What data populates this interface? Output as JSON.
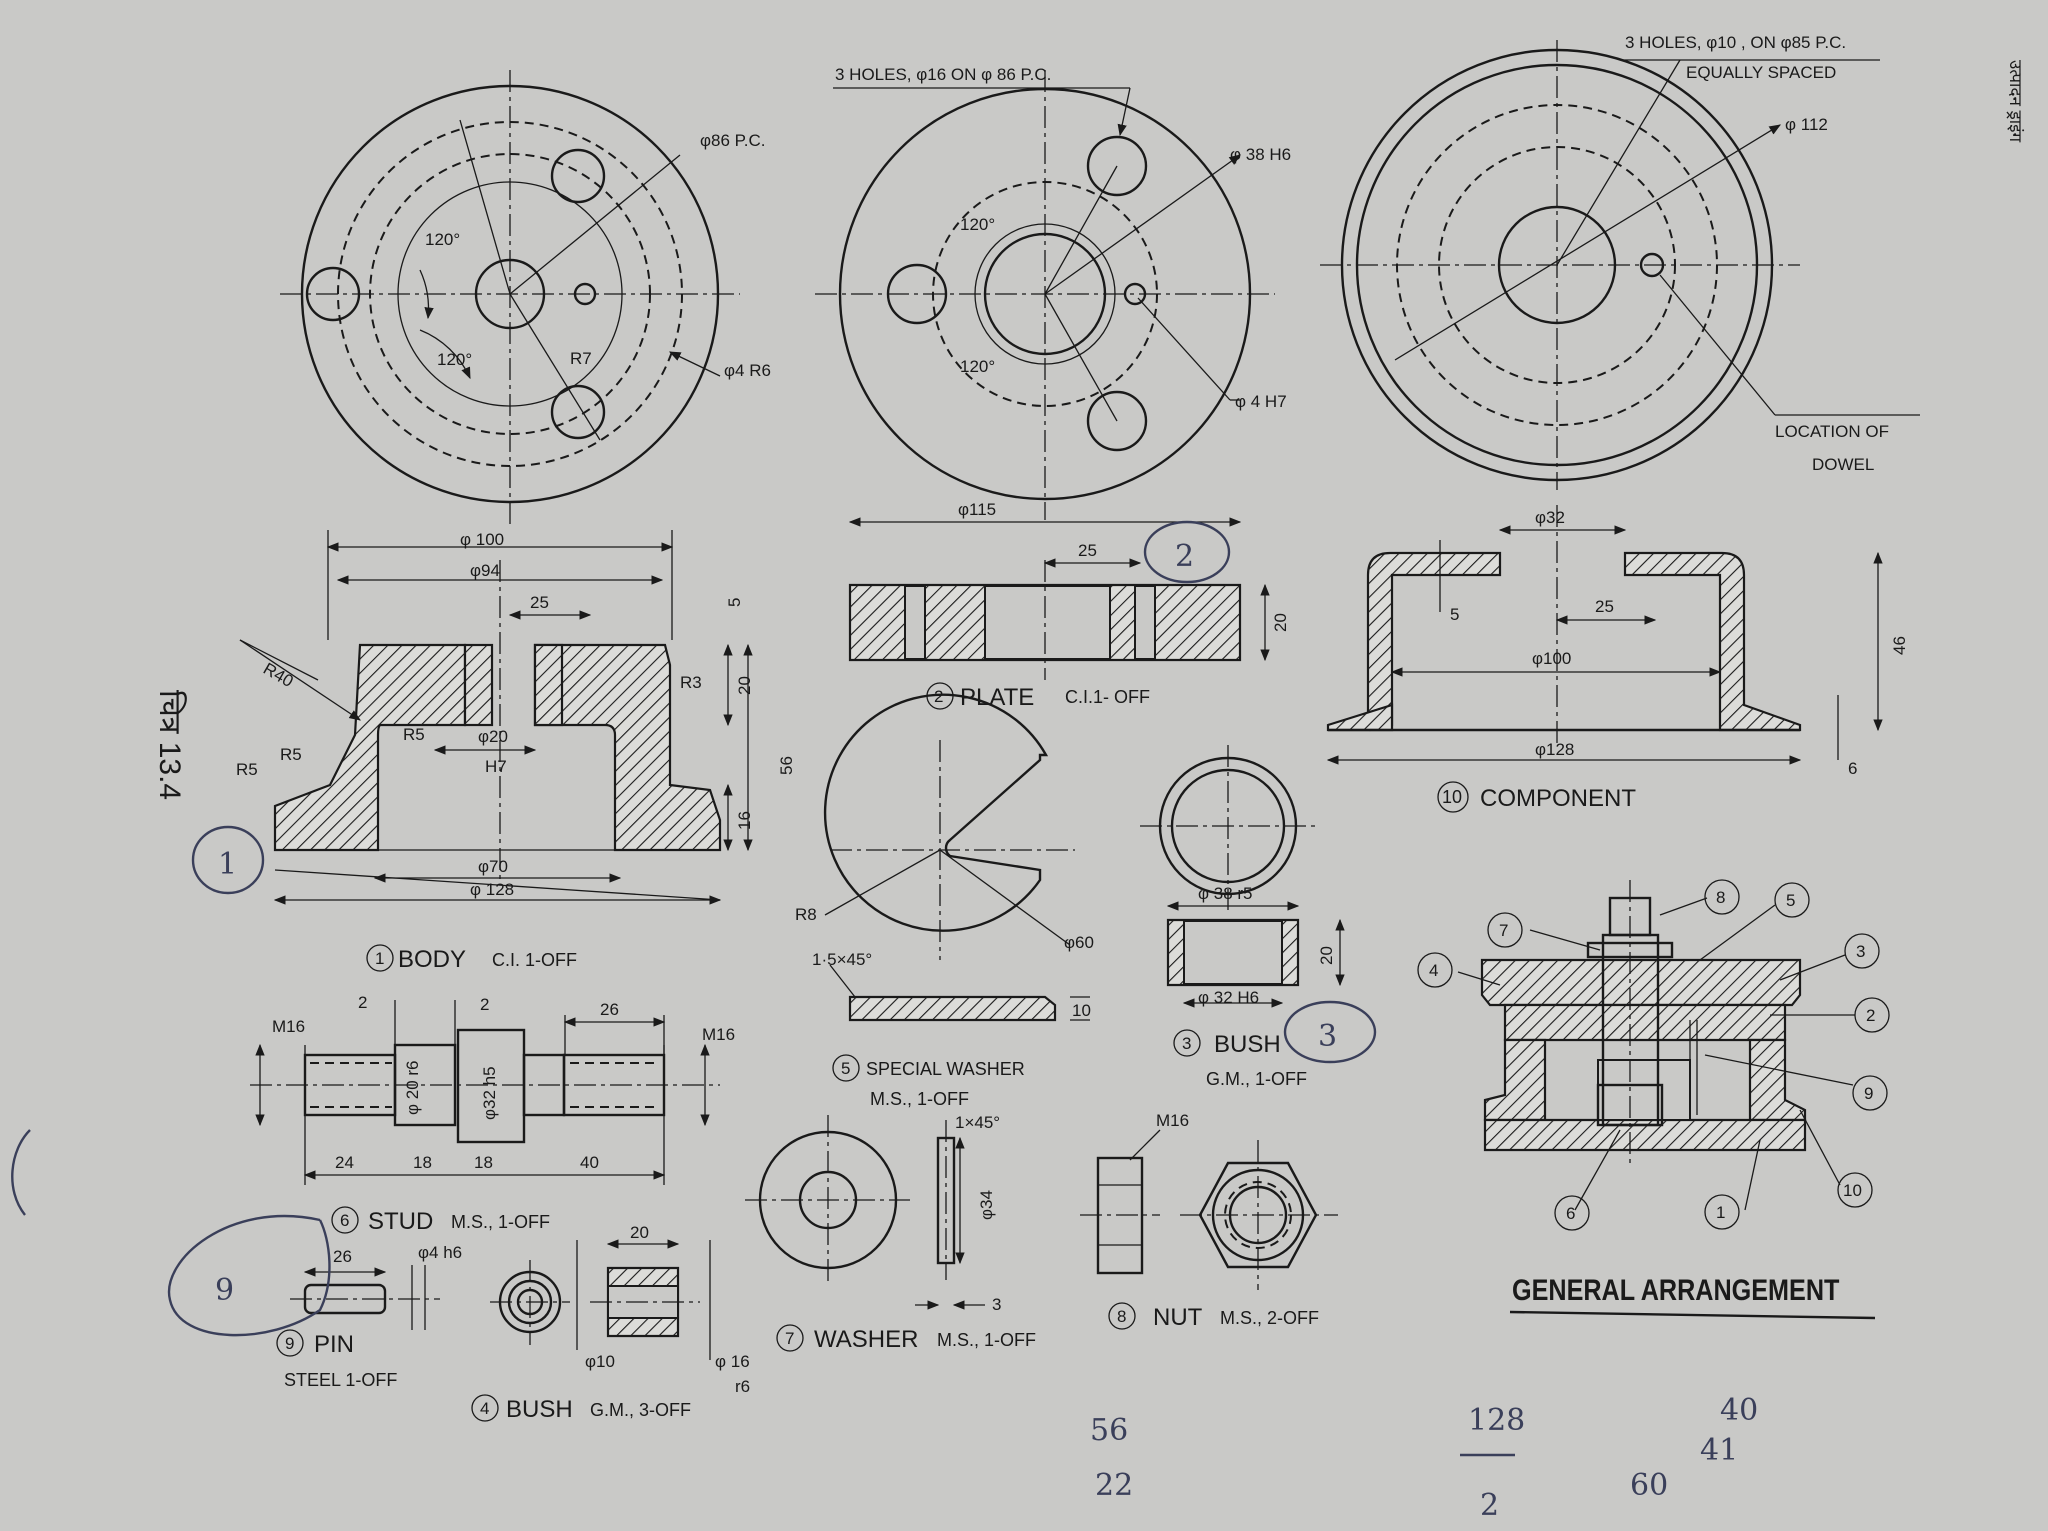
{
  "figure_label": "चित्र 13.4",
  "margin_note": "उत्पादन ड्राइंग",
  "views": {
    "body_top": {
      "pc": "φ86 P.C.",
      "angle1": "120°",
      "angle2": "120°",
      "r7": "R7",
      "hole": "φ4 R6"
    },
    "plate_top": {
      "note": "3 HOLES, φ16 ON φ 86 P.C.",
      "bore": "φ 38 H6",
      "angle1": "120°",
      "angle2": "120°",
      "hole": "φ 4 H7"
    },
    "component_top": {
      "note_line1": "3 HOLES, φ10 , ON φ85 P.C.",
      "note_line2": "EQUALLY SPACED",
      "dia": "φ 112",
      "dowel_line1": "LOCATION OF",
      "dowel_line2": "DOWEL"
    },
    "body_front": {
      "d100": "φ 100",
      "d94": "φ94",
      "d25": "25",
      "d5": "5",
      "r40": "R40",
      "r3": "R3",
      "d20": "20",
      "r5a": "R5",
      "r5b": "R5",
      "r5c": "R5",
      "d20bore": "φ20",
      "h7": "H7",
      "d56": "56",
      "d16": "16",
      "d70": "φ70",
      "d128": "φ 128",
      "title_num": "1",
      "title": "BODY",
      "title_spec": "C.I. 1-OFF"
    },
    "plate_front": {
      "d115": "φ115",
      "d25": "25",
      "d20": "20",
      "title_num": "2",
      "title": "PLATE",
      "title_spec": "C.I.1- OFF"
    },
    "component_front": {
      "d32": "φ32",
      "d5": "5",
      "d25": "25",
      "d100": "φ100",
      "d46": "46",
      "d128": "φ128",
      "d6": "6",
      "title_num": "10",
      "title": "COMPONENT"
    },
    "washer5": {
      "r8": "R8",
      "d60": "φ60",
      "chamfer": "1·5×45°",
      "d10": "10",
      "title_num": "5",
      "title": "SPECIAL WASHER",
      "title_spec": "M.S., 1-OFF"
    },
    "bush3": {
      "d38": "φ 38 r5",
      "d32": "φ 32 H6",
      "d20": "20",
      "title_num": "3",
      "title": "BUSH",
      "title_spec": "G.M., 1-OFF"
    },
    "stud6": {
      "m16a": "M16",
      "m16b": "M16",
      "d2a": "2",
      "d2b": "2",
      "d26": "26",
      "d20r6": "φ 20 r6",
      "d32h5": "φ32 h5",
      "d24": "24",
      "d18a": "18",
      "d18b": "18",
      "d40": "40",
      "title_num": "6",
      "title": "STUD",
      "title_spec": "M.S., 1-OFF"
    },
    "washer7": {
      "chamfer": "1×45°",
      "d34": "φ34",
      "d3": "3",
      "title_num": "7",
      "title": "WASHER",
      "title_spec": "M.S., 1-OFF"
    },
    "nut8": {
      "m16": "M16",
      "title_num": "8",
      "title": "NUT",
      "title_spec": "M.S., 2-OFF"
    },
    "pin9": {
      "d26": "26",
      "d4": "φ4 h6",
      "title_num": "9",
      "title": "PIN",
      "title_spec": "STEEL 1-OFF"
    },
    "bush4": {
      "d20": "20",
      "d10": "φ10",
      "d16": "φ 16",
      "r6": "r6",
      "title_num": "4",
      "title": "BUSH",
      "title_spec": "G.M., 3-OFF"
    },
    "assembly": {
      "title": "GENERAL ARRANGEMENT",
      "balloons": [
        "8",
        "5",
        "7",
        "3",
        "4",
        "2",
        "9",
        "10",
        "6",
        "1"
      ]
    }
  },
  "handwritten": {
    "h1": "1",
    "h2": "2",
    "h3": "3",
    "h9": "9",
    "n56": "56",
    "n22": "22",
    "n128": "128",
    "n2": "2",
    "n40": "40",
    "n60": "60",
    "n41": "41"
  }
}
